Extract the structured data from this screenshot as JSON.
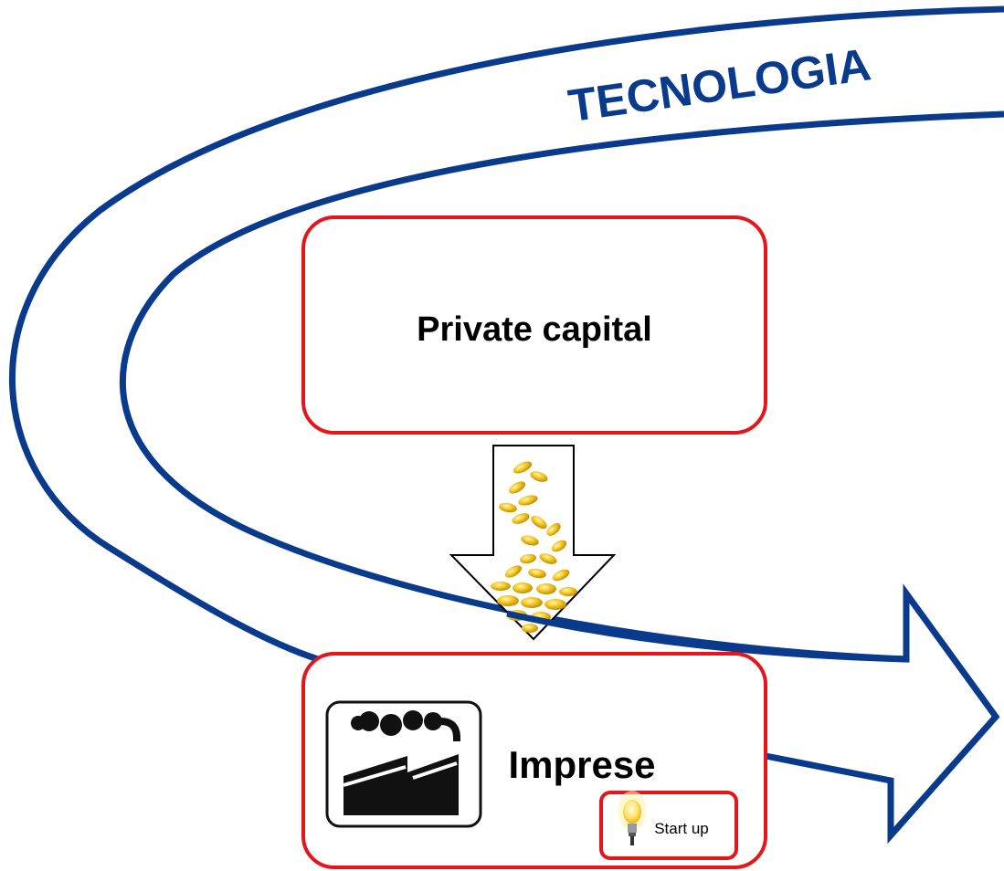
{
  "curve": {
    "label": "TECNOLOGIA",
    "stroke_color": "#0a3a8c"
  },
  "boxes": {
    "private_capital": {
      "label": "Private capital"
    },
    "imprese": {
      "label": "Imprese"
    },
    "startup": {
      "label": "Start up"
    }
  },
  "colors": {
    "box_border": "#e4161b",
    "coin": "#f2c01a",
    "coin_dark": "#c48f00",
    "factory": "#111111"
  },
  "icons": {
    "factory": "factory-icon",
    "coins": "coins-icon",
    "bulb": "light-bulb-icon",
    "down_arrow": "down-arrow-icon"
  }
}
